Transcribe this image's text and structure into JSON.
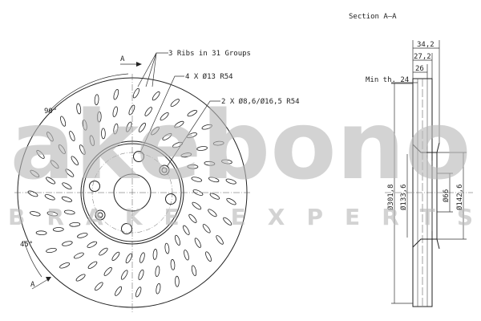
{
  "section_title": "Section A–A",
  "callouts": {
    "ribs": "3 Ribs in 31 Groups",
    "bolt_holes": "4 X Ø13  R54",
    "small_holes": "2 X Ø8,6/Ø16,5  R54"
  },
  "angles": {
    "top": "90°",
    "bottom": "45°"
  },
  "section_marks": {
    "top": "A",
    "bottom": "A"
  },
  "dimensions": {
    "overall_width": "34,2",
    "hat_width": "27,2",
    "friction_width": "26",
    "min_thickness": "Min th. 24",
    "outer_diameter": "Ø301,8",
    "hat_diameter": "Ø133,6",
    "bore_diameter": "Ø66",
    "hub_diameter": "Ø142,6"
  },
  "watermark": {
    "brand": "akebono",
    "tagline": "BRAKE EXPERTS"
  }
}
